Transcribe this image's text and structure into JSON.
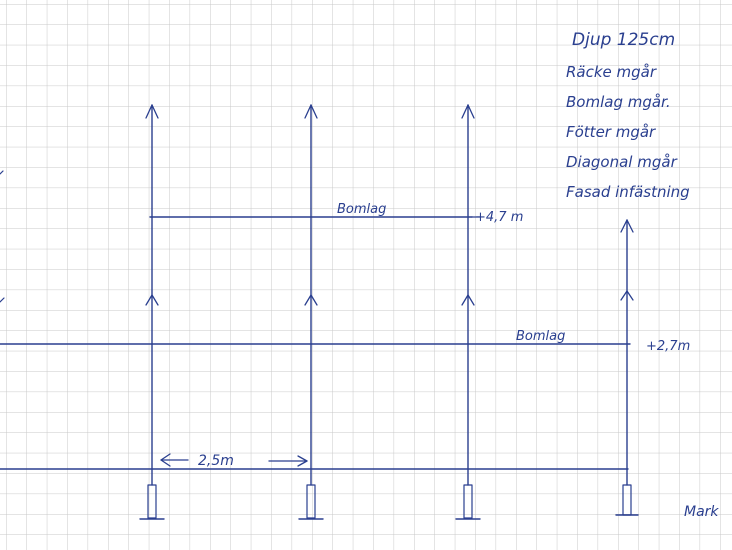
{
  "notes": {
    "line1": "Djup 125cm",
    "line2": "Räcke mgår",
    "line3": "Bomlag mgår.",
    "line4": "Fötter mgår",
    "line5": "Diagonal mgår",
    "line6": "Fasad infästning"
  },
  "labels": {
    "bomlag_upper": "Bomlag",
    "bomlag_lower": "Bomlag",
    "height_upper": "+4,7 m",
    "height_lower": "+2,7m",
    "bay_width": "2,5m",
    "ground": "Mark"
  },
  "colors": {
    "ink": "#2a3f8f",
    "grid": "#c9c9c9",
    "paper": "#ffffff"
  }
}
